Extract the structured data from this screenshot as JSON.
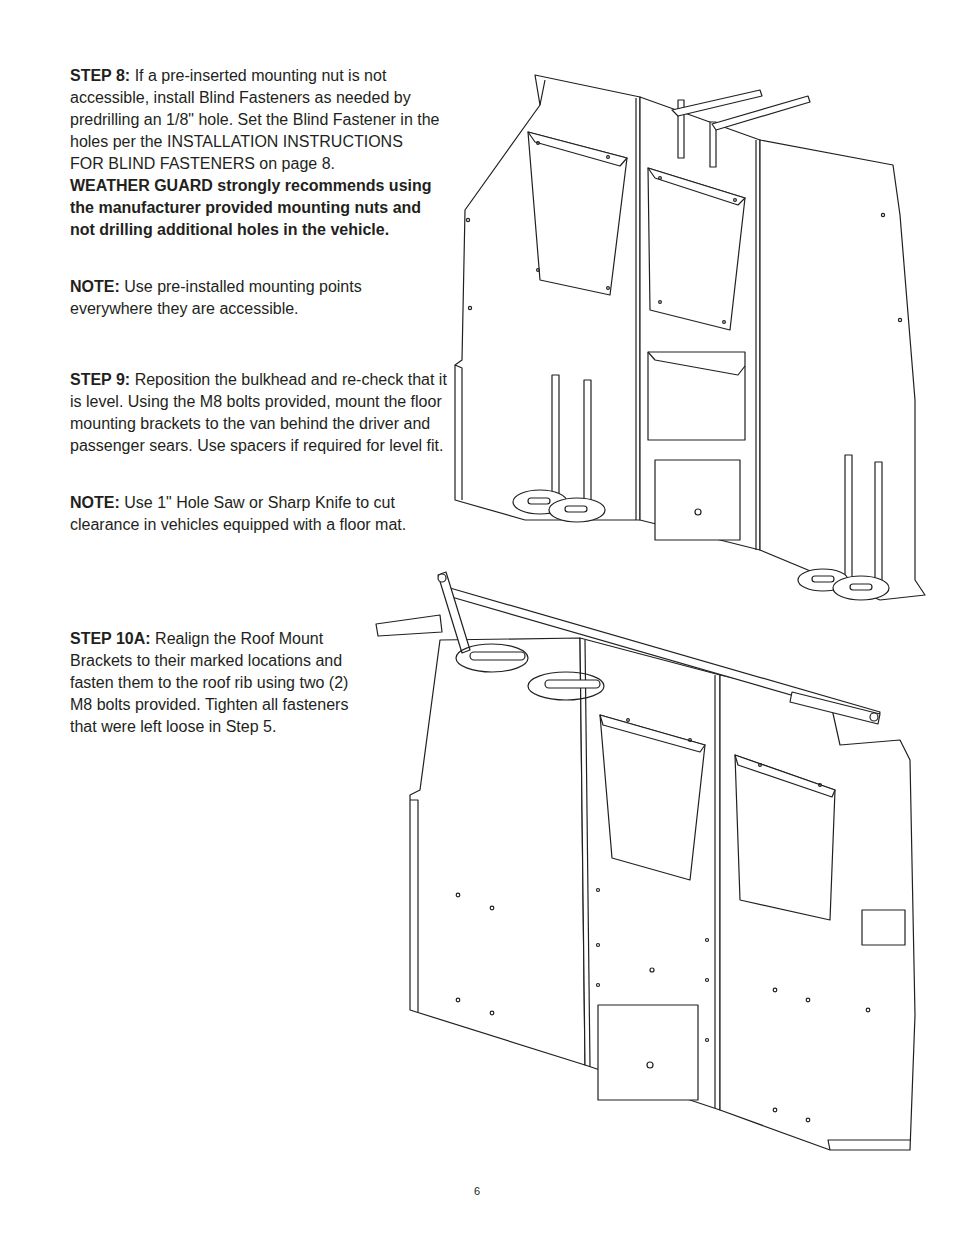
{
  "diagram": {
    "labels": [
      "STEP 8:",
      "If a pre-inserted mounting nut is not accessible, install Blind Fasteners as needed by predrilling an 1/8\" hole. Set the Blind Fastener in the holes per the INSTALLATION INSTRUCTIONS FOR BLIND FASTENERS on page 8.",
      "WEATHER GUARD strongly recommends using the manufacturer provided mounting nuts and not drilling additional holes in the vehicle.",
      "NOTE:",
      "Use pre-installed mounting points everywhere they are accessible.",
      "STEP 9:",
      "Reposition the bulkhead and re-check that it is level. Using the M8 bolts provided, mount the floor mounting brackets to the van behind the driver and passenger sears. Use spacers if required for level fit.",
      "NOTE:",
      "Use 1\" Hole Saw or Sharp Knife to cut clearance in vehicles equipped with a floor mat.",
      "STEP 10A:",
      "Realign the Roof Mount Brackets to their marked locations and fasten them to the roof rib using two (2) M8 bolts provided. Tighten all fasteners that were left loose in Step 5.",
      "6"
    ]
  }
}
